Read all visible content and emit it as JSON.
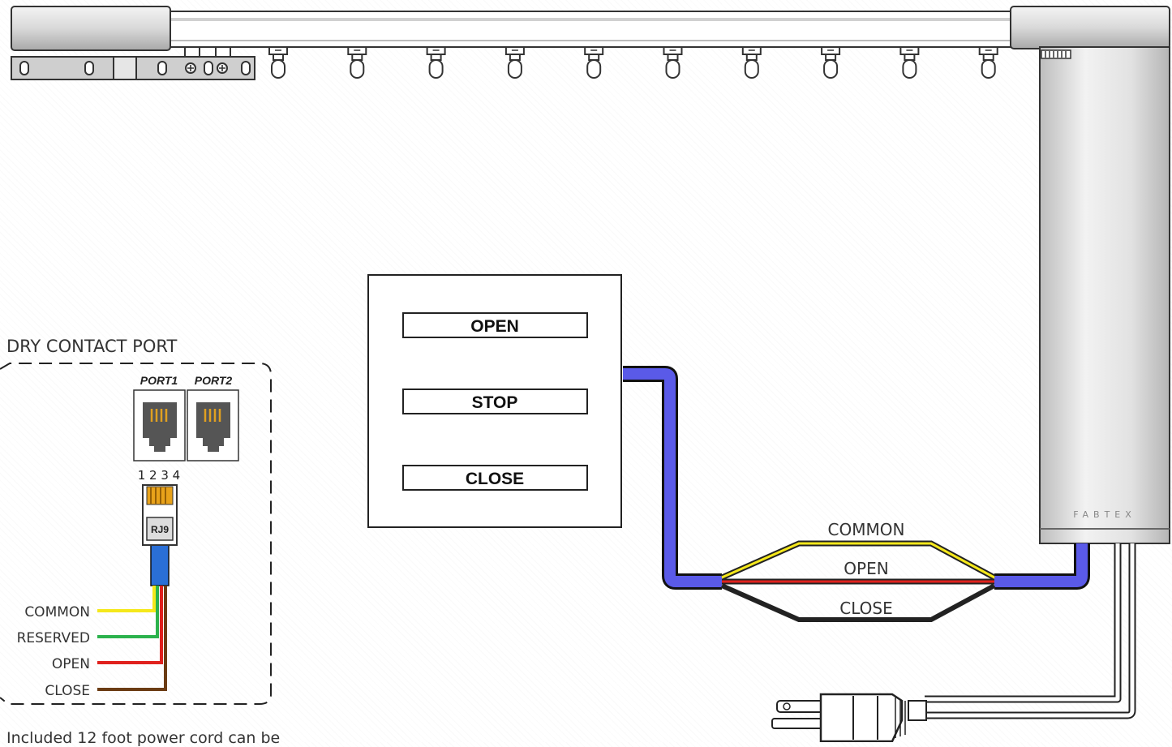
{
  "dry_contact": {
    "title": "DRY CONTACT PORT",
    "port1_label": "PORT1",
    "port2_label": "PORT2",
    "pin_numbers": "1 2 3 4",
    "plug_label": "RJ9",
    "wires": [
      {
        "label": "COMMON",
        "color": "#f5e81b"
      },
      {
        "label": "RESERVED",
        "color": "#2bb24c"
      },
      {
        "label": "OPEN",
        "color": "#e0211d"
      },
      {
        "label": "CLOSE",
        "color": "#6b3c14"
      }
    ]
  },
  "switch_panel": {
    "buttons": [
      "OPEN",
      "STOP",
      "CLOSE"
    ]
  },
  "cable": {
    "sheath_color": "#5a5ae8",
    "split_labels": [
      "COMMON",
      "OPEN",
      "CLOSE"
    ]
  },
  "motor": {
    "brand": "FABTEX"
  },
  "caption": "Included 12 foot power cord can be"
}
